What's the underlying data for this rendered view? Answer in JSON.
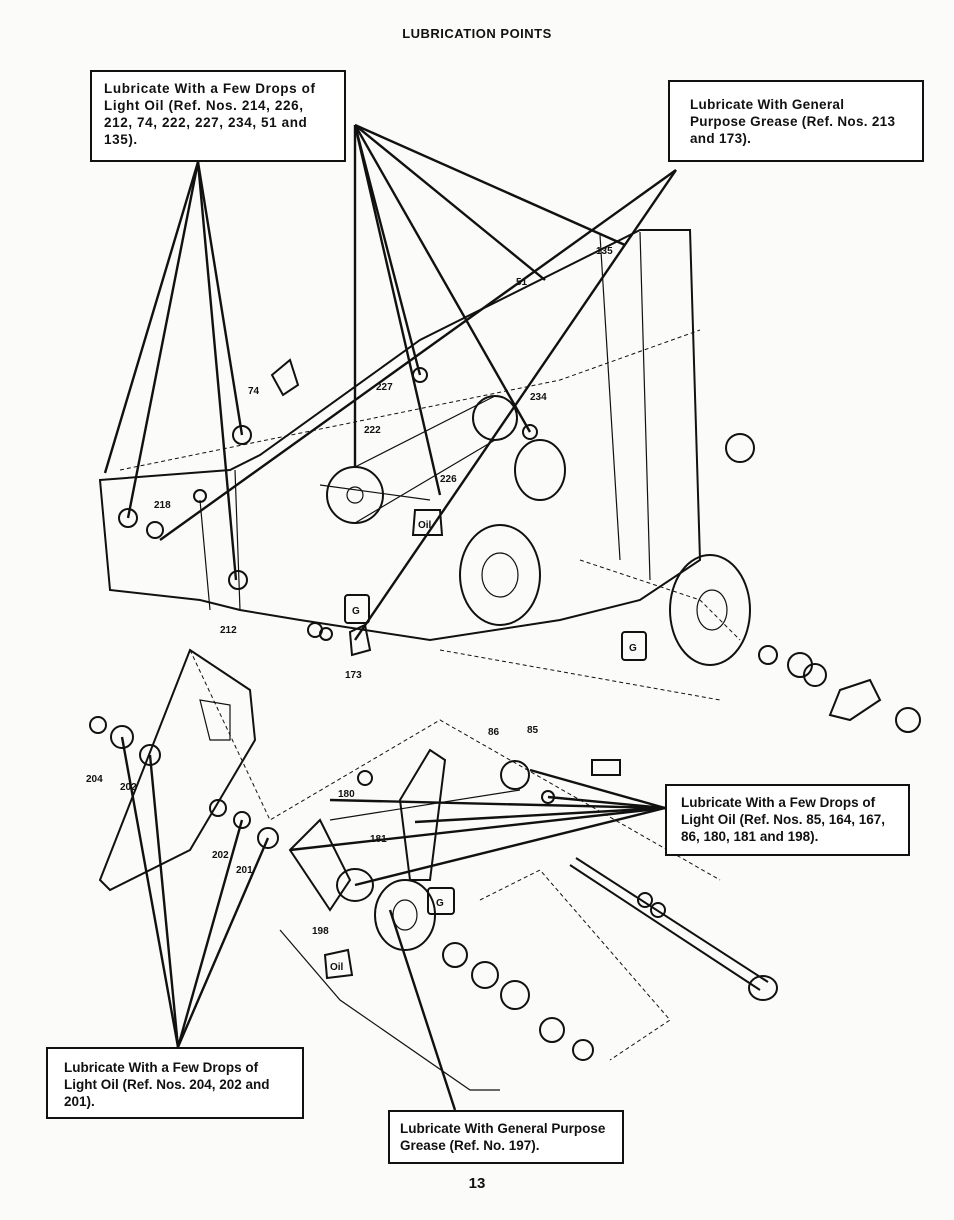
{
  "page": {
    "title": "LUBRICATION POINTS",
    "page_number": "13"
  },
  "callouts": {
    "oil_top": "Lubricate With a Few Drops of Light Oil (Ref. Nos. 214, 226, 212, 74, 222, 227, 234, 51 and 135).",
    "grease_top": "Lubricate With General Purpose Grease (Ref. Nos. 213 and 173).",
    "oil_right": "Lubricate With a Few Drops of Light Oil (Ref. Nos. 85, 164, 167, 86, 180, 181 and 198).",
    "oil_bottom": "Lubricate With a Few Drops of Light Oil (Ref. Nos. 204, 202 and 201).",
    "grease_bottom": "Lubricate With General Purpose Grease (Ref. No. 197)."
  },
  "ref_numbers": {
    "r135": "135",
    "r51": "51",
    "r227": "227",
    "r234": "234",
    "r74": "74",
    "r222": "222",
    "r226": "226",
    "r218": "218",
    "r212": "212",
    "r173": "173",
    "r86": "86",
    "r85": "85",
    "r180": "180",
    "r181": "181",
    "r204": "204",
    "r202a": "202",
    "r202b": "202",
    "r201": "201",
    "r198": "198"
  },
  "labels": {
    "oil_can": "Oil",
    "grease_can": "G"
  }
}
